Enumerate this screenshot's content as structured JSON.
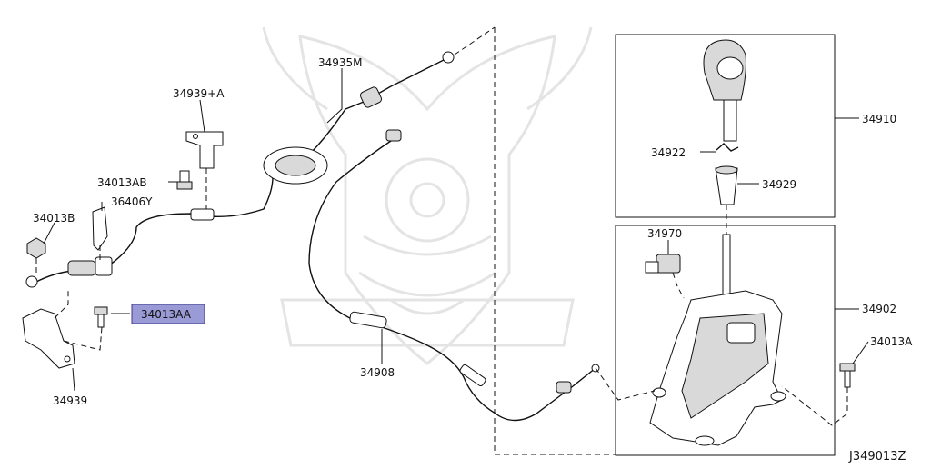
{
  "colors": {
    "highlight_fill": "#9a9ad6",
    "highlight_stroke": "#3a3a8a",
    "line": "#111111",
    "watermark": "#cfcfcf"
  },
  "labels": {
    "p34935M": "34935M",
    "p34939A": "34939+A",
    "p34013AB": "34013AB",
    "p36406Y": "36406Y",
    "p34013B": "34013B",
    "p34013AA": "34013AA",
    "p34939": "34939",
    "p34908": "34908",
    "p34910": "34910",
    "p34922": "34922",
    "p34929": "34929",
    "p34970": "34970",
    "p34902": "34902",
    "p34013A": "34013A"
  },
  "diagram_id": "J349013Z",
  "watermark_icon": "samurai-mask-watermark"
}
